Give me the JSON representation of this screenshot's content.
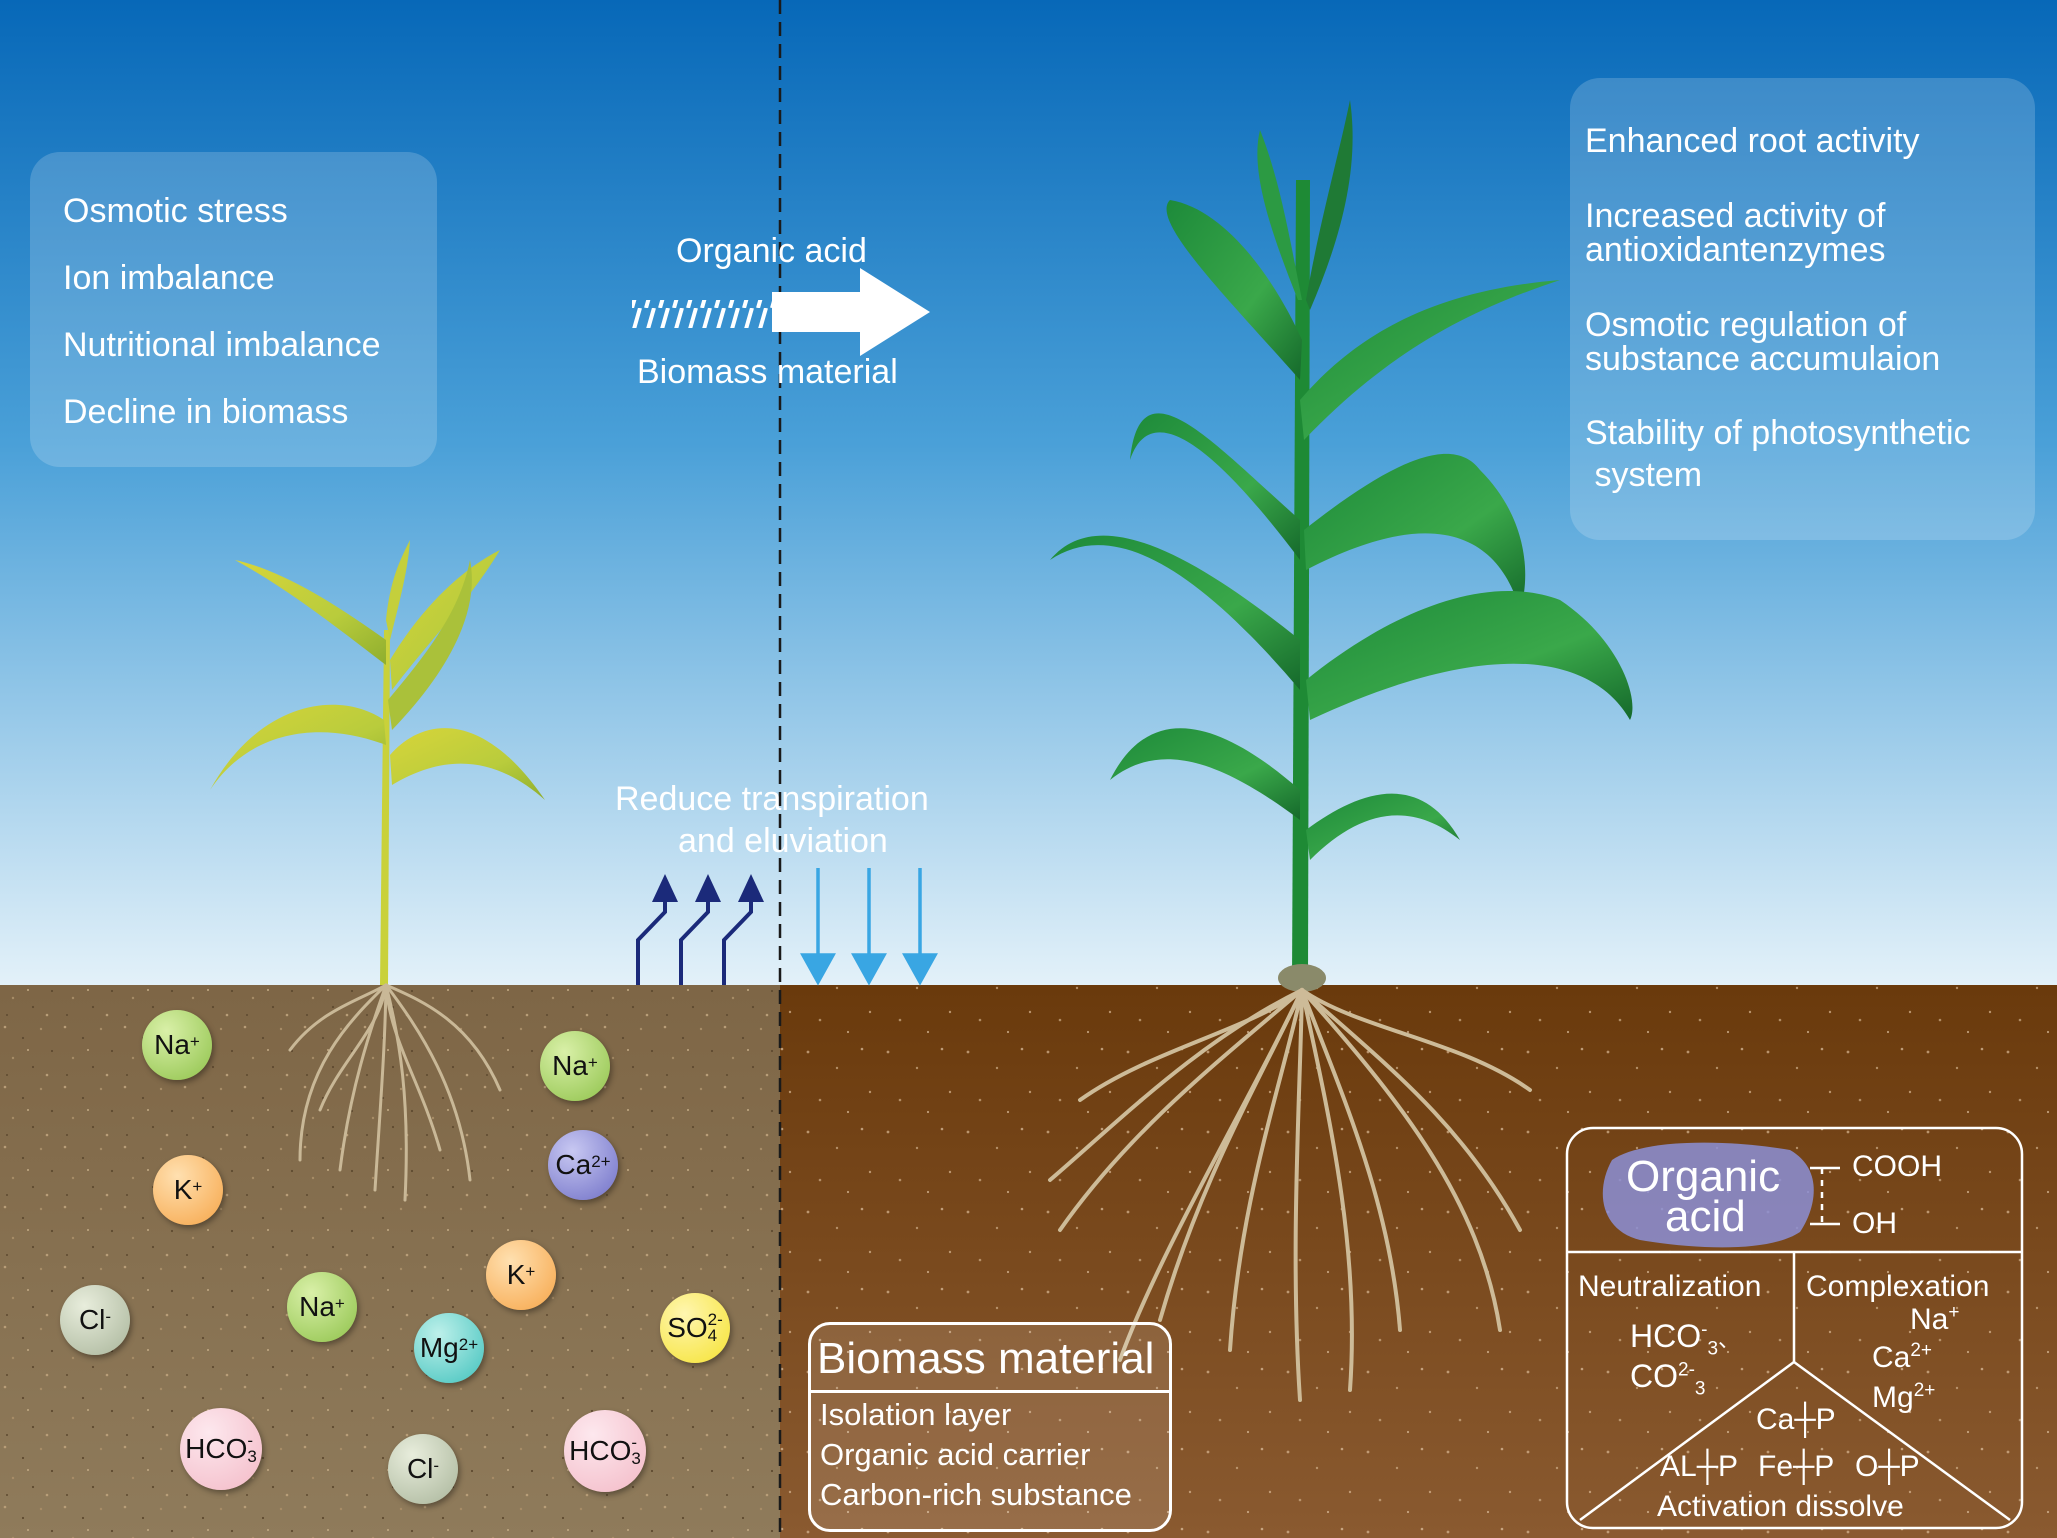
{
  "stress_panel": {
    "items": [
      "Osmotic stress",
      "Ion imbalance",
      "Nutritional imbalance",
      "Decline in biomass"
    ]
  },
  "treatment_arrow": {
    "top_label": "Organic acid",
    "bottom_label": "Biomass material"
  },
  "benefit_panel": {
    "items": [
      [
        "Enhanced root activity"
      ],
      [
        "Increased activity of",
        "antioxidantenzymes"
      ],
      [
        "Osmotic regulation of",
        "substance accumulaion"
      ],
      [
        "Stability of photosynthetic",
        " system"
      ]
    ]
  },
  "transpiration_label": [
    "Reduce transpiration",
    "and eluviation"
  ],
  "ions": [
    {
      "symbol": "Na",
      "charge": "+",
      "color": "#8fc24a"
    },
    {
      "symbol": "Na",
      "charge": "+",
      "color": "#8fc24a"
    },
    {
      "symbol": "K",
      "charge": "+",
      "color": "#f6a548"
    },
    {
      "symbol": "Ca",
      "charge": "2+",
      "color": "#6f6fc6"
    },
    {
      "symbol": "K",
      "charge": "+",
      "color": "#f6a548"
    },
    {
      "symbol": "Cl",
      "charge": "-",
      "color": "#a9b59a"
    },
    {
      "symbol": "Na",
      "charge": "+",
      "color": "#8fc24a"
    },
    {
      "symbol": "Mg",
      "charge": "2+",
      "color": "#41c2bd"
    },
    {
      "symbol": "SO",
      "charge": "2-",
      "sub": "4",
      "color": "#f5e231"
    },
    {
      "symbol": "HCO",
      "charge": "-",
      "sub": "3",
      "color": "#f3b9c6"
    },
    {
      "symbol": "Cl",
      "charge": "-",
      "color": "#a9b59a"
    },
    {
      "symbol": "HCO",
      "charge": "-",
      "sub": "3",
      "color": "#f3b9c6"
    }
  ],
  "biomass_box": {
    "title": "Biomass material",
    "items": [
      "Isolation layer",
      "Organic acid carrier",
      "Carbon-rich substance"
    ]
  },
  "organic_acid_box": {
    "title_line1": "Organic",
    "title_line2": "acid",
    "group1": "COOH",
    "group2": "OH",
    "neutralization": "Neutralization",
    "complexation": "Complexation",
    "neut_hco": "HCO",
    "neut_hco_sup": "-",
    "neut_hco_sub": "3",
    "neut_sep": "、",
    "neut_co": "CO",
    "neut_co_sup": "2-",
    "neut_co_sub": "3",
    "comp_na": "Na",
    "comp_na_sup": "+",
    "comp_ca": "Ca",
    "comp_ca_sup": "2+",
    "comp_mg": "Mg",
    "comp_mg_sup": "2+",
    "ca_p": "Ca┼P",
    "al_p": "AL┼P",
    "fe_p": "Fe┼P",
    "o_p": "O┼P",
    "activation": "Activation dissolve"
  },
  "colors": {
    "sky_top": "#0a6cba",
    "sky_bottom": "#dcedf7",
    "saline_soil": "#8a7354",
    "improved_soil": "#6b3d12",
    "up_arrow": "#1b2a7a",
    "down_arrow": "#39a6e3"
  }
}
